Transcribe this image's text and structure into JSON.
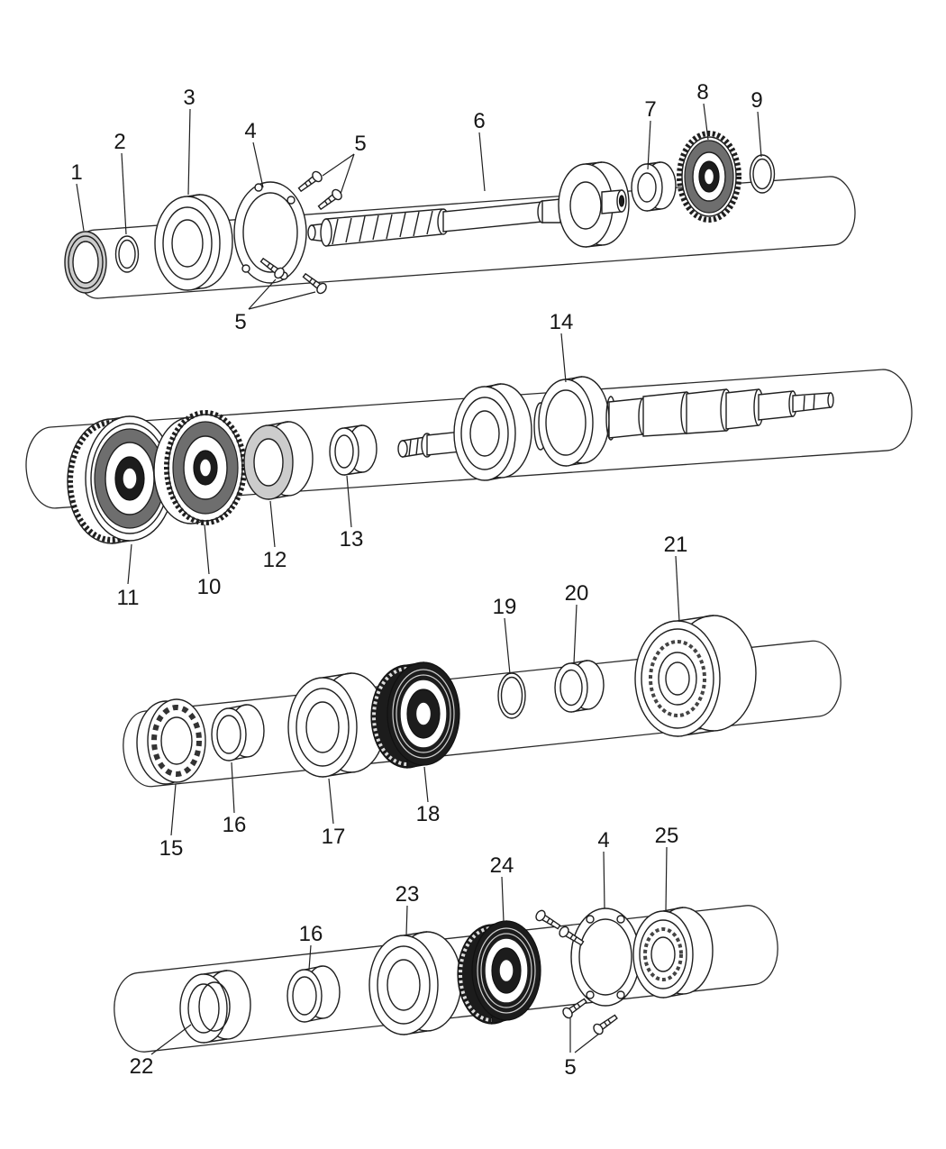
{
  "diagram": {
    "title": "Transmission shafts and gear train exploded parts diagram",
    "background": "#ffffff",
    "ink": "#1f1f1f",
    "callouts": [
      {
        "label": "1",
        "part": "seal-ring"
      },
      {
        "label": "2",
        "part": "snap-ring"
      },
      {
        "label": "3",
        "part": "bearing"
      },
      {
        "label": "4",
        "part": "retainer-plate"
      },
      {
        "label": "5",
        "part": "bolts"
      },
      {
        "label": "5",
        "part": "bolts"
      },
      {
        "label": "6",
        "part": "input-shaft"
      },
      {
        "label": "7",
        "part": "pilot-bearing"
      },
      {
        "label": "8",
        "part": "gear"
      },
      {
        "label": "9",
        "part": "snap-ring"
      },
      {
        "label": "10",
        "part": "synchronizer-ring"
      },
      {
        "label": "11",
        "part": "gear"
      },
      {
        "label": "12",
        "part": "hub"
      },
      {
        "label": "13",
        "part": "bushing"
      },
      {
        "label": "14",
        "part": "main-shaft"
      },
      {
        "label": "15",
        "part": "bearing-cage"
      },
      {
        "label": "16",
        "part": "bushing"
      },
      {
        "label": "17",
        "part": "bearing"
      },
      {
        "label": "18",
        "part": "gear"
      },
      {
        "label": "19",
        "part": "snap-ring"
      },
      {
        "label": "20",
        "part": "bushing"
      },
      {
        "label": "21",
        "part": "gear-bearing"
      },
      {
        "label": "22",
        "part": "cup"
      },
      {
        "label": "16",
        "part": "bushing"
      },
      {
        "label": "23",
        "part": "bearing"
      },
      {
        "label": "24",
        "part": "gear"
      },
      {
        "label": "4",
        "part": "retainer-plate"
      },
      {
        "label": "25",
        "part": "bearing"
      },
      {
        "label": "5",
        "part": "bolts"
      }
    ]
  }
}
